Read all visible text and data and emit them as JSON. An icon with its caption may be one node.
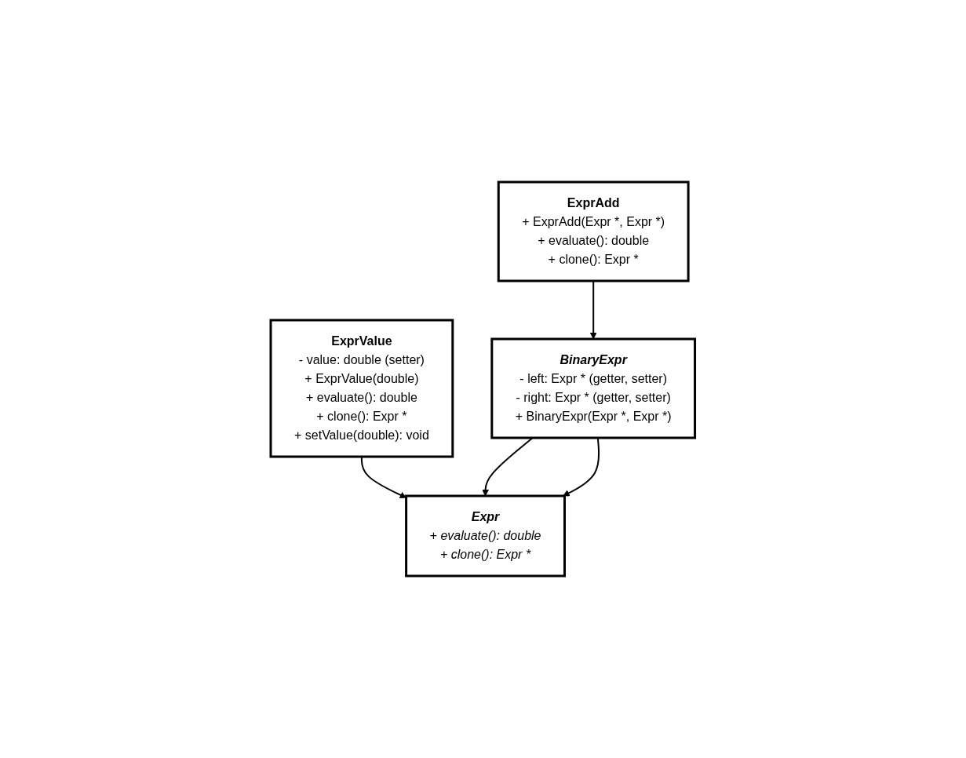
{
  "diagram": {
    "nodes": [
      {
        "text": [
          "Expr",
          "+ evaluate(): double",
          "+ clone(): Expr *"
        ]
      },
      {
        "text": [
          "ExprValue",
          "- value: double  (setter)",
          "+ ExprValue(double)",
          "+ evaluate(): double",
          "+ clone(): Expr *",
          "+ setValue(double): void"
        ]
      },
      {
        "text": [
          "BinaryExpr",
          "- left: Expr *   (getter, setter)",
          "- right: Expr * (getter, setter)",
          "+ BinaryExpr(Expr *, Expr *)"
        ]
      },
      {
        "text": [
          "ExprAdd",
          "+ ExprAdd(Expr *, Expr *)",
          "+ evaluate(): double",
          "+ clone(): Expr *"
        ]
      }
    ],
    "edges": [
      {
        "from": 1,
        "to": 0,
        "arrow": "to"
      },
      {
        "from": 2,
        "to": 0,
        "arrow": "to"
      },
      {
        "from": 3,
        "to": 2,
        "arrow": "to"
      },
      {
        "from": 2,
        "to": 0,
        "arrow": "to"
      }
    ]
  }
}
